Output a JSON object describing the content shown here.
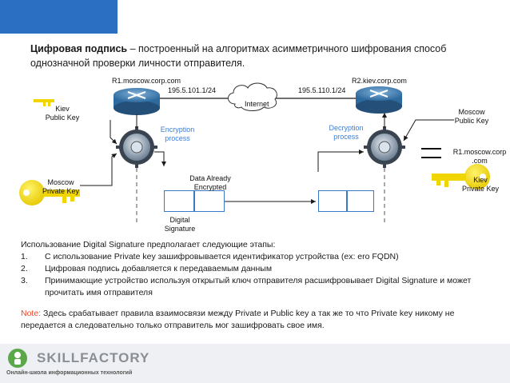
{
  "title": {
    "strong": "Цифровая подпись",
    "rest": " – построенный на алгоритмах асимметричного шифрования способ однозначной проверки личности отправителя."
  },
  "diagram": {
    "router1_name": "R1.moscow.corp.com",
    "router1_ip": "195.5.101.1/24",
    "router2_name": "R2.kiev.corp.com",
    "router2_ip": "195.5.110.1/24",
    "cloud_label": "Internet",
    "kiev_public_key": [
      "Kiev",
      "Public Key"
    ],
    "moscow_private_key": [
      "Moscow",
      "Private Key"
    ],
    "moscow_public_key": [
      "Moscow",
      "Public Key"
    ],
    "kiev_private_key": [
      "Kiev",
      "Private Key"
    ],
    "r1_identity": [
      "R1.moscow.corp",
      ".com"
    ],
    "encryption_process": [
      "Encryption",
      "process"
    ],
    "decryption_process": [
      "Decryption",
      "process"
    ],
    "data_encrypted": [
      "Data Already",
      "Encrypted"
    ],
    "digital_signature": [
      "Digital",
      "Signature"
    ]
  },
  "steps": {
    "intro": "Использование Digital Signature предполагает следующие этапы:",
    "items": [
      {
        "num": "1.",
        "text": "С использование Private key зашифровывается идентификатор устройства (ex: ero FQDN)"
      },
      {
        "num": "2.",
        "text": "Цифровая подпись добавляется к передаваемым данным"
      },
      {
        "num": "3.",
        "text": "Принимающие устройство  используя открытый ключ отправителя расшифровывает Digital Signature и может прочитать имя отправителя"
      }
    ]
  },
  "note": {
    "label": "Note:",
    "text": " Здесь срабатывает правила взаимосвязи между Private и Public key а так же то что Private key никому не передается а следовательно только отправитель мог зашифровать свое имя."
  },
  "footer": {
    "logo_name": "SKILLFACTORY",
    "logo_tagline": "Онлайн-школа информационных технологий"
  },
  "colors": {
    "accent_blue": "#2b6fc2",
    "link_blue": "#3b7dd8",
    "key_yellow": "#f1d500",
    "note_red": "#e8472b"
  }
}
